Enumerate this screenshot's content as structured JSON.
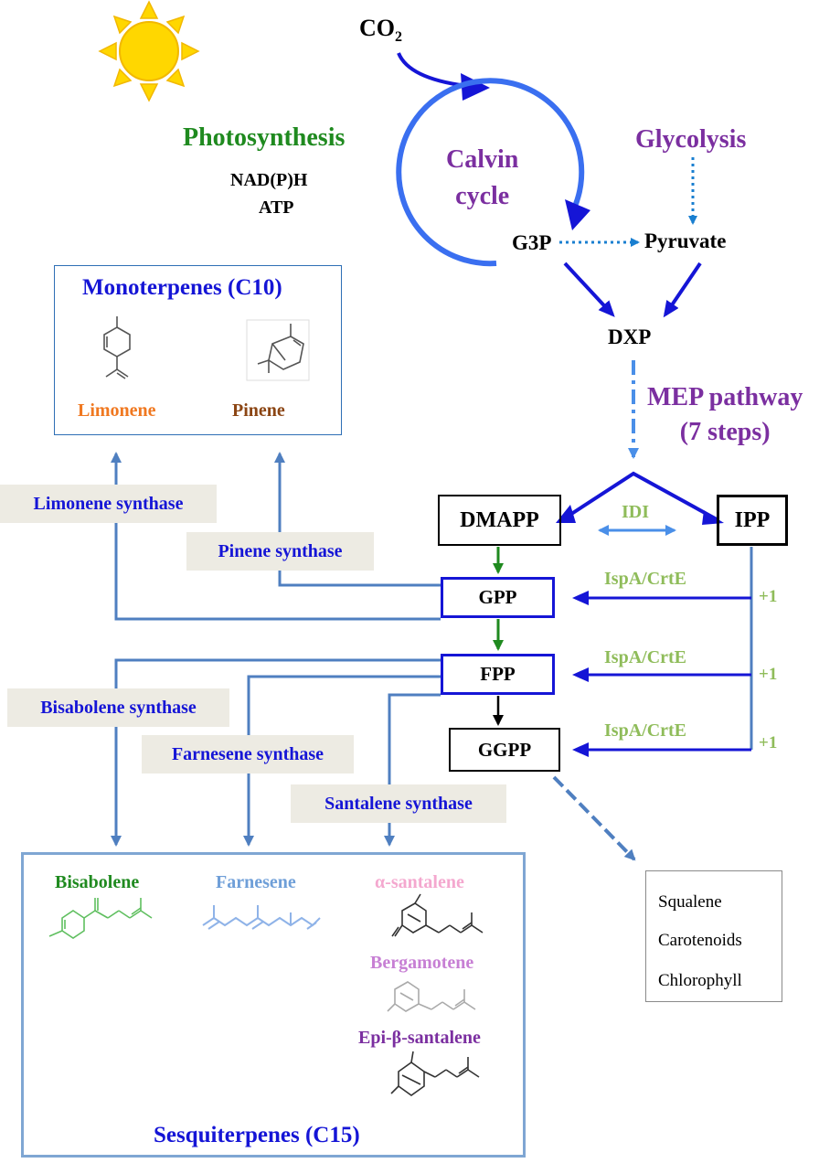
{
  "colors": {
    "pathway_blue": "#1515d6",
    "branch_blue": "#4f7fc0",
    "purple": "#7b2fa0",
    "green": "#1f8a1f",
    "olive_green": "#8fbc5a",
    "sun": "#ffd700",
    "synthase_bg": "#edebe3"
  },
  "top": {
    "co2": "CO",
    "co2_sub": "2",
    "photosynthesis": "Photosynthesis",
    "nadph": "NAD(P)H",
    "atp": "ATP",
    "calvin_line1": "Calvin",
    "calvin_line2": "cycle",
    "glycolysis": "Glycolysis",
    "g3p": "G3P",
    "pyruvate": "Pyruvate",
    "dxp": "DXP",
    "mep_line1": "MEP pathway",
    "mep_line2": "(7 steps)"
  },
  "core": {
    "dmapp": "DMAPP",
    "ipp": "IPP",
    "idi": "IDI",
    "gpp": "GPP",
    "fpp": "FPP",
    "ggpp": "GGPP",
    "enzyme": "IspA/CrtE",
    "plus": "+1"
  },
  "monoterpenes": {
    "title": "Monoterpenes (C10)",
    "limonene": "Limonene",
    "pinene": "Pinene"
  },
  "synthases": {
    "limonene": "Limonene synthase",
    "pinene": "Pinene synthase",
    "bisabolene": "Bisabolene synthase",
    "farnesene": "Farnesene synthase",
    "santalene": "Santalene synthase"
  },
  "sesquiterpenes": {
    "title": "Sesquiterpenes (C15)",
    "bisabolene": "Bisabolene",
    "farnesene": "Farnesene",
    "alpha_santalene": "α-santalene",
    "bergamotene": "Bergamotene",
    "epi_beta_santalene": "Epi-β-santalene"
  },
  "other_products": [
    "Squalene",
    "Carotenoids",
    "Chlorophyll"
  ],
  "icons": [
    "sun-icon",
    "limonene-structure-icon",
    "pinene-structure-icon",
    "bisabolene-structure-icon",
    "farnesene-structure-icon",
    "alpha-santalene-structure-icon",
    "bergamotene-structure-icon",
    "epi-beta-santalene-structure-icon"
  ]
}
